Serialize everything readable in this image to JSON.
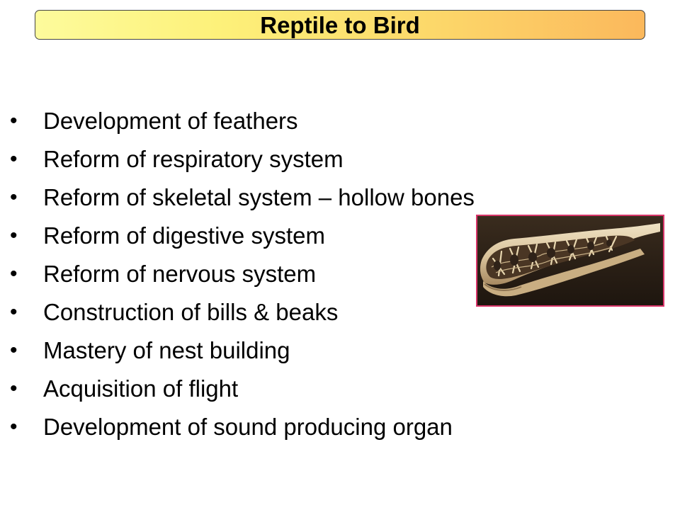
{
  "slide": {
    "title": "Reptile to Bird",
    "bullet_glyph": "•",
    "bullets": [
      "Development of feathers",
      "Reform of respiratory system",
      "Reform of skeletal system – hollow bones",
      "Reform of digestive system",
      "Reform of nervous system",
      "Construction of bills & beaks",
      "Mastery of nest building",
      "Acquisition of flight",
      "Development of sound producing organ"
    ]
  },
  "colors": {
    "title_gradient_start": "#fdfb9c",
    "title_gradient_end": "#fbb85c",
    "image_border": "#d9356a"
  },
  "image": {
    "subject": "hollow-bone-cross-section"
  }
}
